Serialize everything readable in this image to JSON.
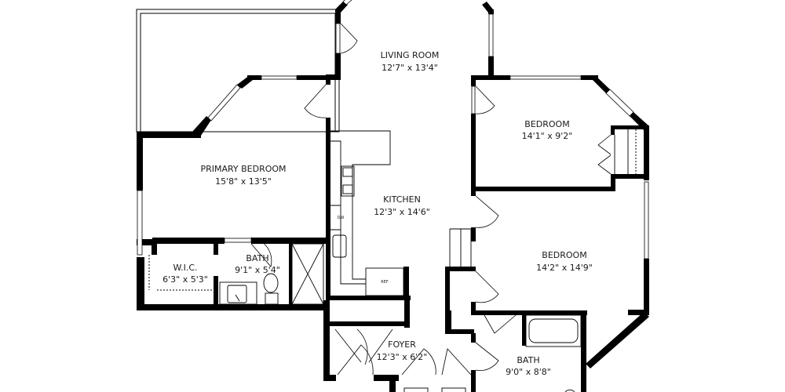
{
  "plan": {
    "rooms": [
      {
        "id": "living",
        "name": "LIVING ROOM",
        "dims": "12'7\" x 13'4\""
      },
      {
        "id": "primary",
        "name": "PRIMARY BEDROOM",
        "dims": "15'8\" x 13'5\""
      },
      {
        "id": "bedroom1",
        "name": "BEDROOM",
        "dims": "14'1\" x 9'2\""
      },
      {
        "id": "kitchen",
        "name": "KITCHEN",
        "dims": "12'3\" x 14'6\""
      },
      {
        "id": "bedroom2",
        "name": "BEDROOM",
        "dims": "14'2\" x 14'9\""
      },
      {
        "id": "wic",
        "name": "W.I.C.",
        "dims": "6'3\" x 5'3\""
      },
      {
        "id": "bath1",
        "name": "BATH",
        "dims": "9'1\" x 5'4\""
      },
      {
        "id": "foyer",
        "name": "FOYER",
        "dims": "12'3\" x 6'2\""
      },
      {
        "id": "bath2",
        "name": "BATH",
        "dims": "9'0\" x 8'8\""
      }
    ],
    "fixtures": {
      "dishwasher": "DW",
      "refrigerator": "REF"
    },
    "colors": {
      "wall": "#000000",
      "background": "#ffffff",
      "text": "#1a1a1a"
    }
  }
}
